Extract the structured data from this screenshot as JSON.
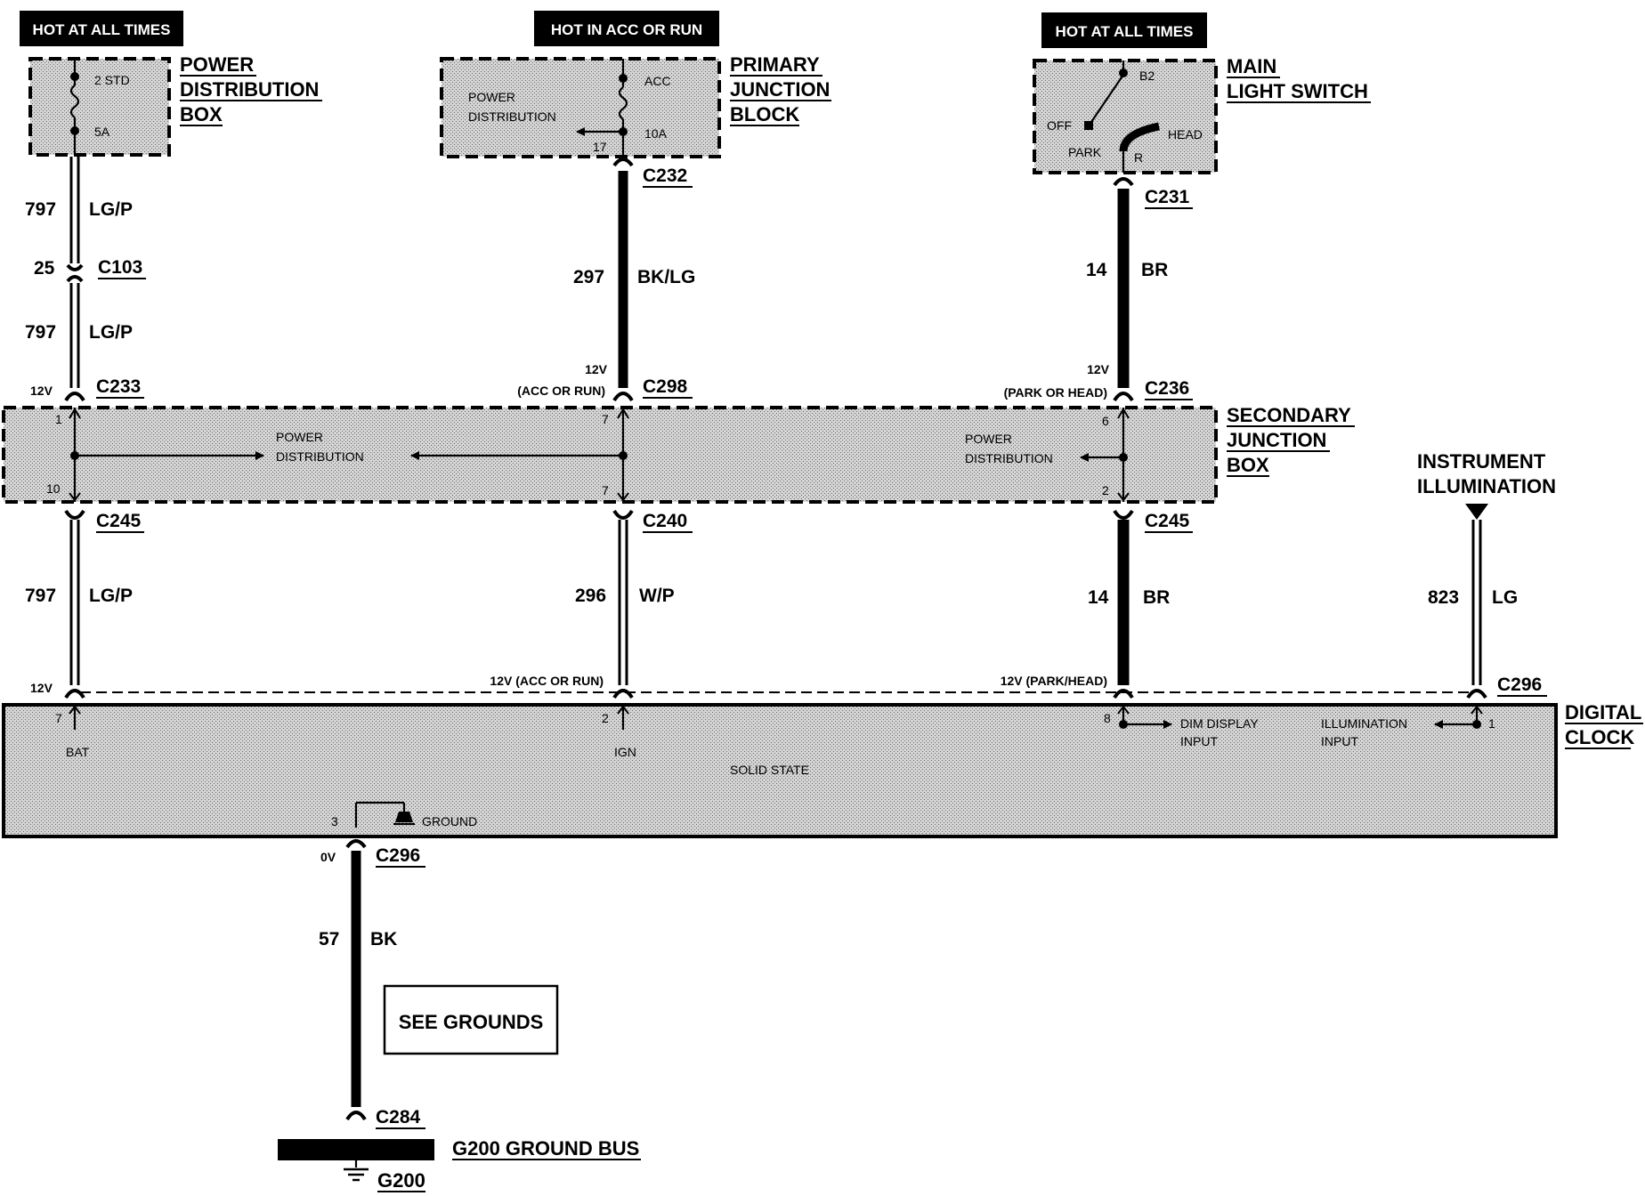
{
  "headers": {
    "hot_at_all_times_1": "HOT AT ALL TIMES",
    "hot_in_acc_or_run": "HOT IN ACC OR RUN",
    "hot_at_all_times_2": "HOT AT ALL TIMES"
  },
  "components": {
    "power_distribution_box": {
      "line1": "POWER",
      "line2": "DISTRIBUTION",
      "line3": "BOX",
      "pin_top": "2 STD",
      "pin_bottom": "5A"
    },
    "primary_junction_block": {
      "line1": "PRIMARY",
      "line2": "JUNCTION",
      "line3": "BLOCK",
      "inner1": "POWER",
      "inner2": "DISTRIBUTION",
      "pin_top": "ACC",
      "pin_bottom": "10A",
      "pin_num": "17"
    },
    "main_light_switch": {
      "line1": "MAIN",
      "line2": "LIGHT SWITCH",
      "pin_b2": "B2",
      "off": "OFF",
      "park": "PARK",
      "head": "HEAD",
      "pin_r": "R"
    },
    "secondary_junction_box": {
      "line1": "SECONDARY",
      "line2": "JUNCTION",
      "line3": "BOX",
      "inner1": "POWER",
      "inner2": "DISTRIBUTION",
      "inner3": "POWER",
      "inner4": "DISTRIBUTION",
      "pin_1": "1",
      "pin_10": "10",
      "pin_7a": "7",
      "pin_7b": "7",
      "pin_6": "6",
      "pin_2": "2"
    },
    "instrument_illumination": {
      "line1": "INSTRUMENT",
      "line2": "ILLUMINATION"
    },
    "digital_clock": {
      "line1": "DIGITAL",
      "line2": "CLOCK",
      "pin_7": "7",
      "bat": "BAT",
      "pin_2": "2",
      "ign": "IGN",
      "pin_8": "8",
      "dim1": "DIM DISPLAY",
      "dim2": "INPUT",
      "ill1": "ILLUMINATION",
      "ill2": "INPUT",
      "pin_1": "1",
      "solid_state": "SOLID STATE",
      "pin_3": "3",
      "ground": "GROUND"
    },
    "see_grounds": "SEE GROUNDS",
    "ground_bus": "G200 GROUND BUS",
    "g200": "G200"
  },
  "wires": {
    "w797a": {
      "num": "797",
      "color": "LG/P"
    },
    "w25": {
      "num": "25"
    },
    "w797b": {
      "num": "797",
      "color": "LG/P"
    },
    "w797c": {
      "num": "797",
      "color": "LG/P"
    },
    "w297": {
      "num": "297",
      "color": "BK/LG"
    },
    "w296": {
      "num": "296",
      "color": "W/P"
    },
    "w14a": {
      "num": "14",
      "color": "BR"
    },
    "w14b": {
      "num": "14",
      "color": "BR"
    },
    "w823": {
      "num": "823",
      "color": "LG"
    },
    "w57": {
      "num": "57",
      "color": "BK"
    }
  },
  "connectors": {
    "c103": "C103",
    "c233": "C233",
    "c245a": "C245",
    "c232": "C232",
    "c298": "C298",
    "c240": "C240",
    "c231": "C231",
    "c236": "C236",
    "c245b": "C245",
    "c296a": "C296",
    "c296b": "C296",
    "c284": "C284"
  },
  "voltages": {
    "v12_c233": "12V",
    "v12_c298": "12V",
    "acc_run_c298": "(ACC OR RUN)",
    "v12_c236": "12V",
    "park_head_c236": "(PARK OR HEAD)",
    "v12_bat": "12V",
    "v12_acc_run": "12V (ACC OR RUN)",
    "v12_park_head": "12V (PARK/HEAD)",
    "v0": "0V"
  }
}
